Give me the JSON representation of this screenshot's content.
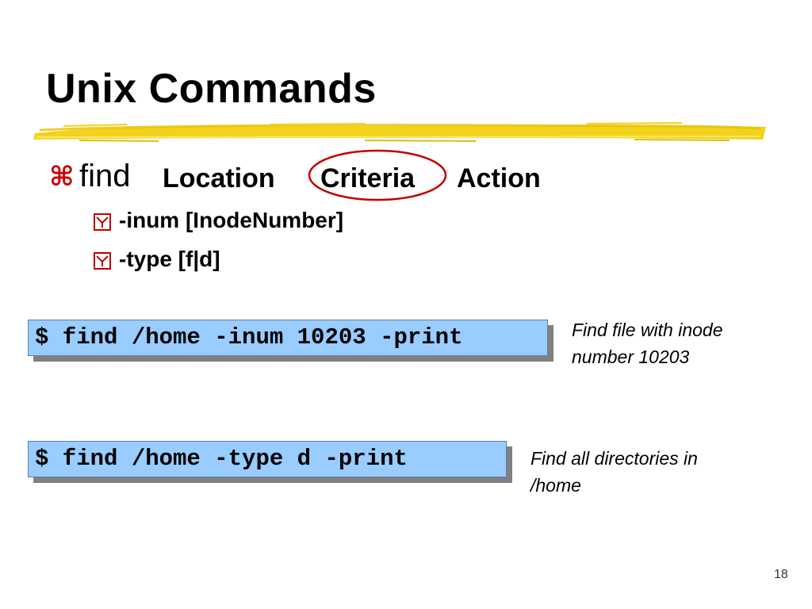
{
  "slide": {
    "title": "Unix Commands",
    "bullet": {
      "glyph": "⌘",
      "command": "find",
      "terms": [
        "Location",
        "Criteria",
        "Action"
      ],
      "highlighted_term": "Criteria"
    },
    "sub_bullets": [
      {
        "glyph": "check-box-icon",
        "text": "-inum [InodeNumber]"
      },
      {
        "glyph": "check-box-icon",
        "text": "-type [f|d]"
      }
    ],
    "examples": [
      {
        "command": "$ find /home -inum 10203 -print",
        "note_lines": [
          "Find file with inode",
          "number 10203"
        ]
      },
      {
        "command": "$ find /home -type d -print",
        "note_lines": [
          "Find all directories in",
          "/home"
        ]
      }
    ],
    "page_number": "18"
  },
  "colors": {
    "title_underline": "#f2d21a",
    "bullet_glyph": "#cc0000",
    "highlight_ellipse": "#c00000",
    "code_box_fill": "#99ccff",
    "code_box_shadow": "#808080"
  }
}
